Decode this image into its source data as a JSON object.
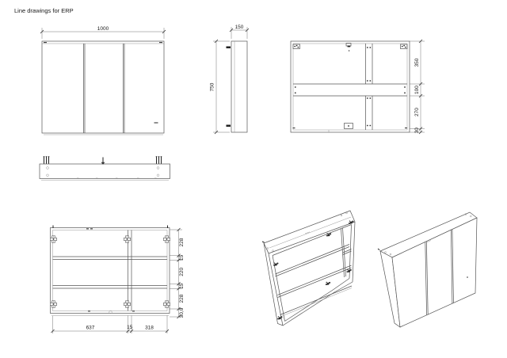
{
  "title": "Line drawings for ERP",
  "colors": {
    "background": "#ffffff",
    "line": "#555555",
    "dim_line": "#777777",
    "text": "#1a1a1a",
    "detail": "#222222"
  },
  "views": {
    "front": {
      "dim_width": "1000"
    },
    "side": {
      "dim_depth": "150",
      "dim_height": "750"
    },
    "internal": {
      "dims_right": [
        "350",
        "100",
        "270",
        "30"
      ]
    },
    "top": {},
    "back": {
      "dims_right": [
        "228",
        "15",
        "220",
        "15",
        "228",
        "30,0"
      ],
      "dims_bottom": [
        "637",
        "15",
        "318"
      ]
    },
    "iso_open": {},
    "iso_closed": {}
  }
}
